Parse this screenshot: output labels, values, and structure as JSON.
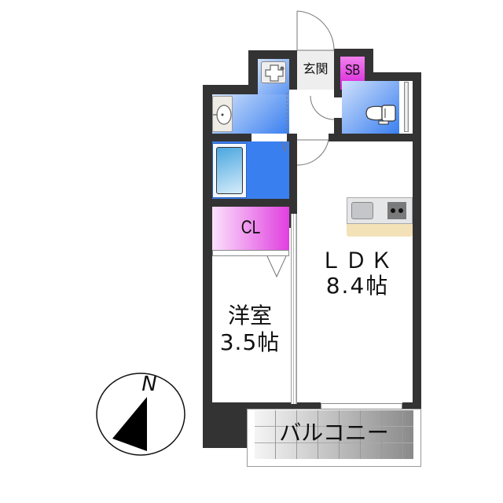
{
  "floorplan": {
    "rooms": {
      "entrance": {
        "label": "玄関"
      },
      "shoe_box": {
        "label": "SB"
      },
      "closet": {
        "label": "CL"
      },
      "ldk": {
        "label_line1": "ＬＤＫ",
        "label_line2": "8.4帖"
      },
      "western_room": {
        "label_line1": "洋室",
        "label_line2": "3.5帖"
      },
      "balcony": {
        "label": "バルコニー"
      }
    },
    "compass": {
      "label": "N"
    },
    "colors": {
      "wall": "#333333",
      "wet_area_blue": "#3a7ff0",
      "closet_magenta": "#e040e0",
      "kitchen_counter": "#f3e2b8",
      "balcony_gray": "#b0b0b0"
    }
  }
}
